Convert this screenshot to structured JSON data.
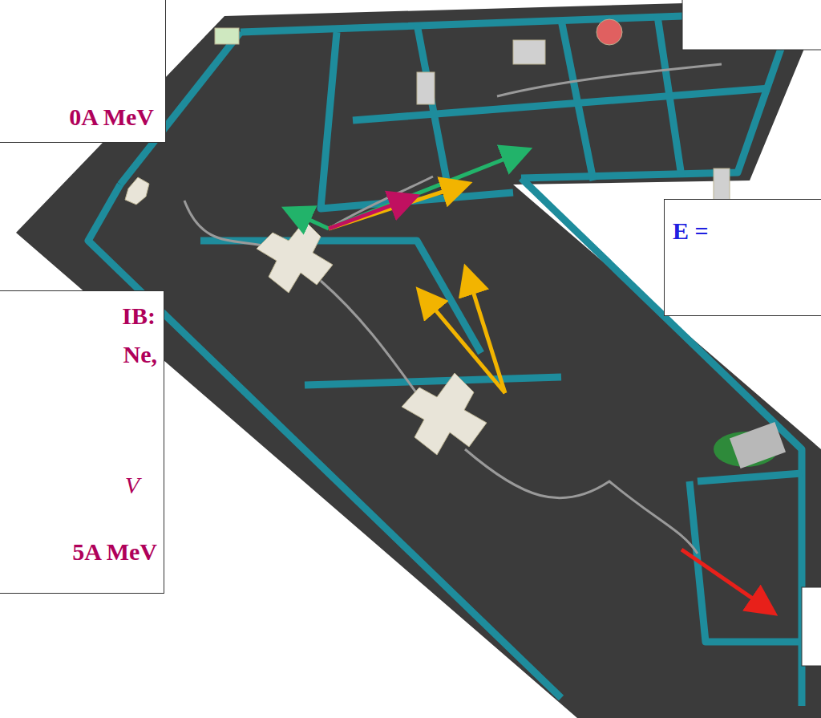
{
  "diagram": {
    "nodes": [
      {
        "text": [
          "0A MeV"
        ]
      },
      {
        "text": [
          "IB:",
          "Ne,",
          "V",
          "5A MeV"
        ]
      },
      {
        "text": [
          "E ="
        ]
      }
    ]
  }
}
